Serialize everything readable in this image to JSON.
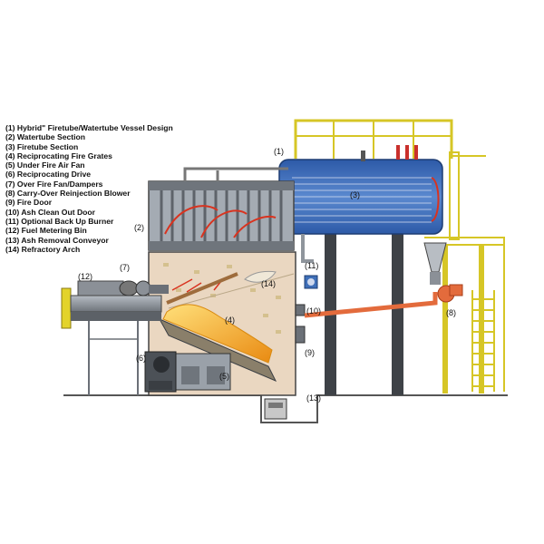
{
  "legend": [
    "(1) Hybrid\" Firetube/Watertube Vessel Design",
    "(2) Watertube Section",
    "(3) Firetube Section",
    "(4) Reciprocating Fire Grates",
    "(5) Under Fire Air Fan",
    "(6) Reciprocating Drive",
    "(7) Over Fire Fan/Dampers",
    "(8) Carry-Over Reinjection Blower",
    "(9) Fire Door",
    "(10) Ash Clean Out Door",
    "(11) Optional Back Up Burner",
    "(12) Fuel Metering Bin",
    "(13) Ash Removal Conveyor",
    "(14) Refractory Arch"
  ],
  "callouts": {
    "c1": "(1)",
    "c2": "(2)",
    "c3": "(3)",
    "c4": "(4)",
    "c5": "(5)",
    "c6": "(6)",
    "c7": "(7)",
    "c8": "(8)",
    "c9": "(9)",
    "c10": "(10)",
    "c11": "(11)",
    "c12": "(12)",
    "c13": "(13)",
    "c14": "(14)"
  },
  "colors": {
    "steel": "#8c939b",
    "steel_dark": "#3b3f44",
    "vessel_blue": "#3f6fb8",
    "refractory": "#e9d6c0",
    "platform_yellow": "#e3d32a",
    "flame_orange": "#f2a51d",
    "duct_orange": "#e36b3c",
    "hot_red": "#d9331f"
  }
}
